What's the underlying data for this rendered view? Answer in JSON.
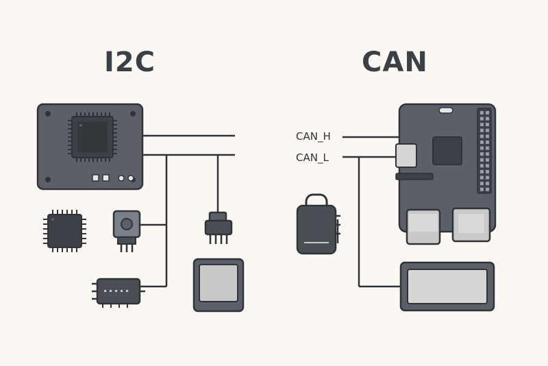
{
  "panels": {
    "left": {
      "title": "I2C"
    },
    "right": {
      "title": "CAN"
    }
  },
  "signals": {
    "can_high": "CAN_H",
    "can_low": "CAN_L"
  },
  "colors": {
    "background": "#fbf7f2",
    "board": "#5b6068",
    "outline": "#2f3338",
    "chip": "#3d4147",
    "light": "#c9c9c9",
    "wire": "#2f3338"
  }
}
